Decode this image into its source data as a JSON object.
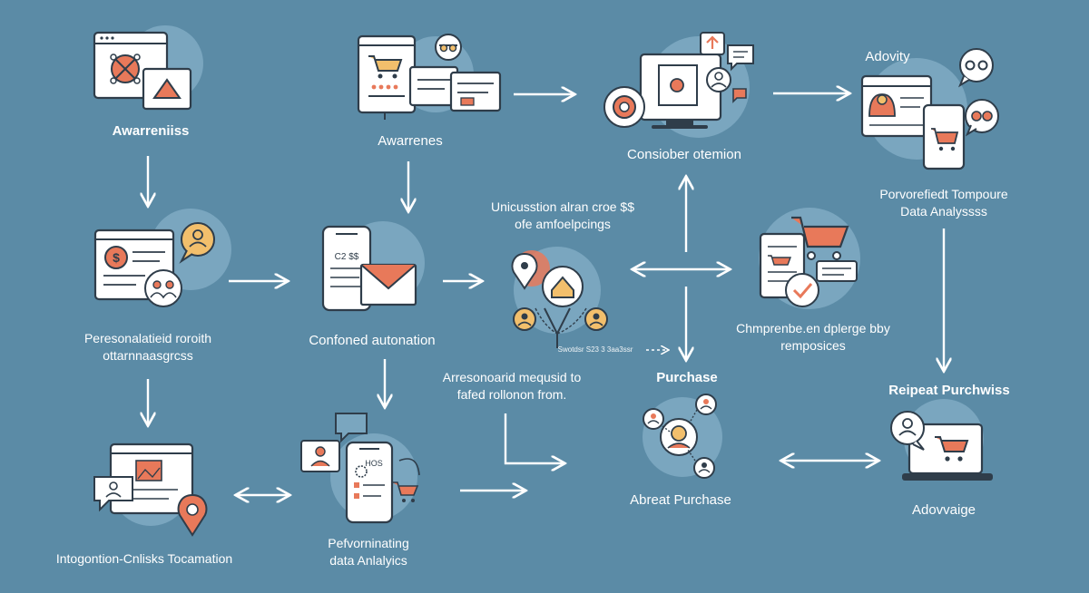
{
  "colors": {
    "background": "#5b8ba6",
    "accent_orange": "#e8795a",
    "accent_yellow": "#f2bf6c",
    "outline": "#2f3d4a",
    "panel": "#ffffff",
    "circle": "#7aa6bf"
  },
  "nodes": {
    "awareness_1": {
      "label": "Awarreniiss",
      "icon": "browser-target-icon"
    },
    "awareness_2": {
      "label": "Awarrenes",
      "icon": "shopping-window-icon"
    },
    "consider": {
      "label": "Consiober otemion",
      "icon": "monitor-chat-icon"
    },
    "advocity": {
      "label": "Adovity",
      "icon": "chat-bubbles-icon"
    },
    "perf_top_right": {
      "line1": "Porvorefiedt Tompoure",
      "line2": "Data Analyssss",
      "icon": "mobile-shop-icon"
    },
    "personalized": {
      "line1": "Peresonalatieid roroith",
      "line2": "ottarnnaasgrcss",
      "icon": "payment-browser-icon"
    },
    "confoned": {
      "label": "Confoned autonation",
      "icon": "email-phone-icon"
    },
    "unicussion": {
      "line1": "Unicusstion alran croe $$",
      "line2": "ofe amfoelpcings",
      "icon": "location-network-icon"
    },
    "unicussion_tiny": {
      "label": "Swotdsr S23 3 3aa3ssr"
    },
    "comprehend": {
      "line1": "Chmprenbe.en dplerge bby",
      "line2": "remposices",
      "icon": "cart-check-icon"
    },
    "arresonoarid": {
      "line1": "Arresonoarid mequsid to",
      "line2": "fafed rollonon from."
    },
    "purchase": {
      "label": "Purchase"
    },
    "abreat": {
      "label": "Abreat Purchase",
      "icon": "people-network-icon"
    },
    "repeat": {
      "label": "Reipeat Purchwiss"
    },
    "adovvaige": {
      "label": "Adovvaige",
      "icon": "laptop-cart-icon"
    },
    "integration": {
      "label": "Intogontion-Cnlisks Tocamation",
      "icon": "browser-location-icon"
    },
    "perf_bottom": {
      "line1": "Pefvorninating",
      "line2": "data Anlalyics",
      "icon": "mobile-analytics-icon"
    }
  },
  "mock_text": {
    "phone_badge_1": "C2 $$",
    "phone_badge_2": "HOS"
  }
}
